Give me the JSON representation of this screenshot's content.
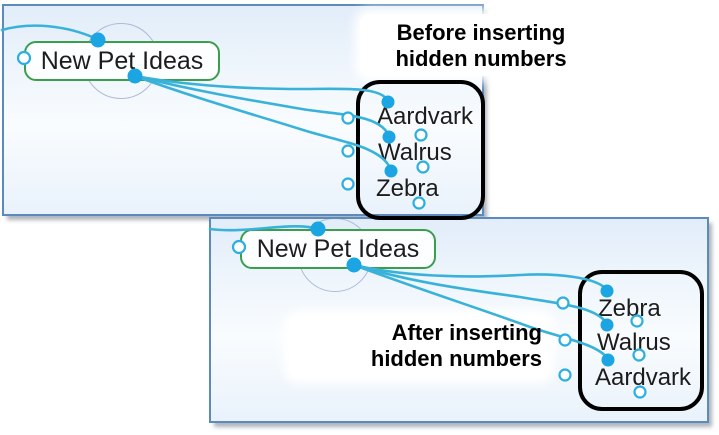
{
  "panels": {
    "before": {
      "annotation_lines": [
        "Before inserting",
        "hidden numbers"
      ],
      "root": "New Pet Ideas",
      "children": [
        "Aardvark",
        "Walrus",
        "Zebra"
      ]
    },
    "after": {
      "annotation_lines": [
        "After inserting",
        "hidden numbers"
      ],
      "root": "New Pet Ideas",
      "children": [
        "Zebra",
        "Walrus",
        "Aardvark"
      ]
    }
  },
  "colors": {
    "panel_border": "#5b8abd",
    "panel_background_top": "#e2edf9",
    "panel_background_bottom": "#e9f2fb",
    "branch_line": "#39b2da",
    "connector_dot": "#1ba5e2",
    "handle_ring": "#2bafe0",
    "root_node_border": "#3a9e4c",
    "selection_circle": "#aebad6",
    "highlight_box": "#000000",
    "annotation_text": "#000000",
    "topic_text": "#1c1c1c"
  },
  "icons": {
    "connector_dot": "filled-circle",
    "insert_handle": "open-circle",
    "selection_ring": "thin-circle-outline"
  }
}
